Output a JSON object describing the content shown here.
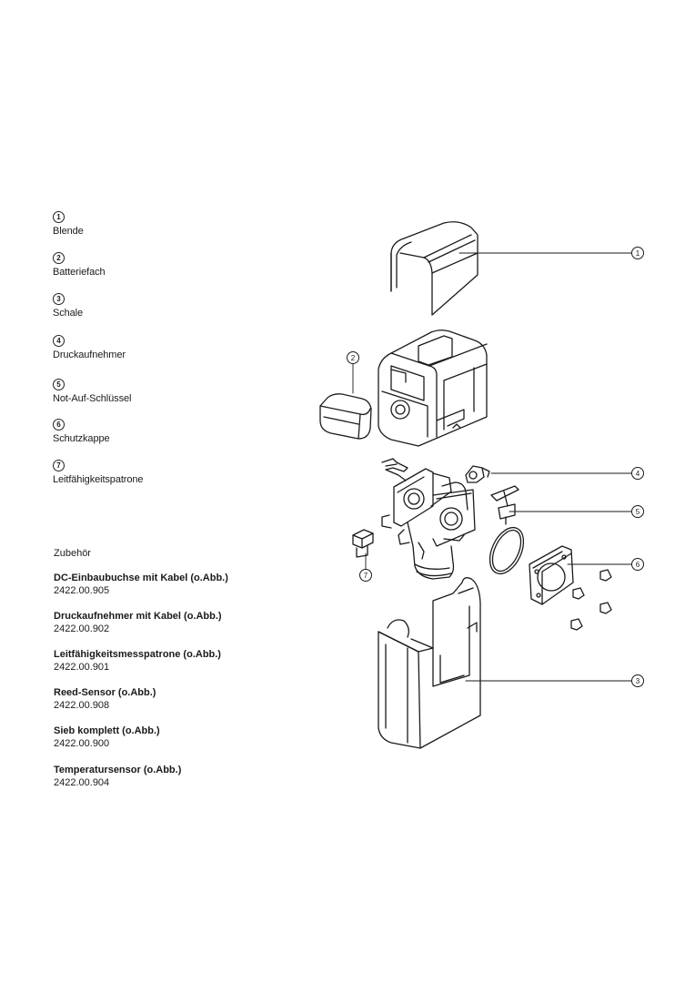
{
  "legend": [
    {
      "num": "1",
      "label": "Blende"
    },
    {
      "num": "2",
      "label": "Batteriefach"
    },
    {
      "num": "3",
      "label": "Schale"
    },
    {
      "num": "4",
      "label": "Druckaufnehmer"
    },
    {
      "num": "5",
      "label": "Not-Auf-Schlüssel"
    },
    {
      "num": "6",
      "label": "Schutzkappe"
    },
    {
      "num": "7",
      "label": "Leitfähigkeitspatrone"
    }
  ],
  "accessories": {
    "heading": "Zubehör",
    "items": [
      {
        "name": "DC-Einbaubuchse mit Kabel (o.Abb.)",
        "code": "2422.00.905"
      },
      {
        "name": "Druckaufnehmer mit Kabel (o.Abb.)",
        "code": "2422.00.902"
      },
      {
        "name": "Leitfähigkeitsmesspatrone (o.Abb.)",
        "code": "2422.00.901"
      },
      {
        "name": "Reed-Sensor (o.Abb.)",
        "code": "2422.00.908"
      },
      {
        "name": "Sieb komplett (o.Abb.)",
        "code": "2422.00.900"
      },
      {
        "name": "Temperatursensor (o.Abb.)",
        "code": "2422.00.904"
      }
    ]
  },
  "callouts": [
    "1",
    "2",
    "3",
    "4",
    "5",
    "6",
    "7"
  ]
}
